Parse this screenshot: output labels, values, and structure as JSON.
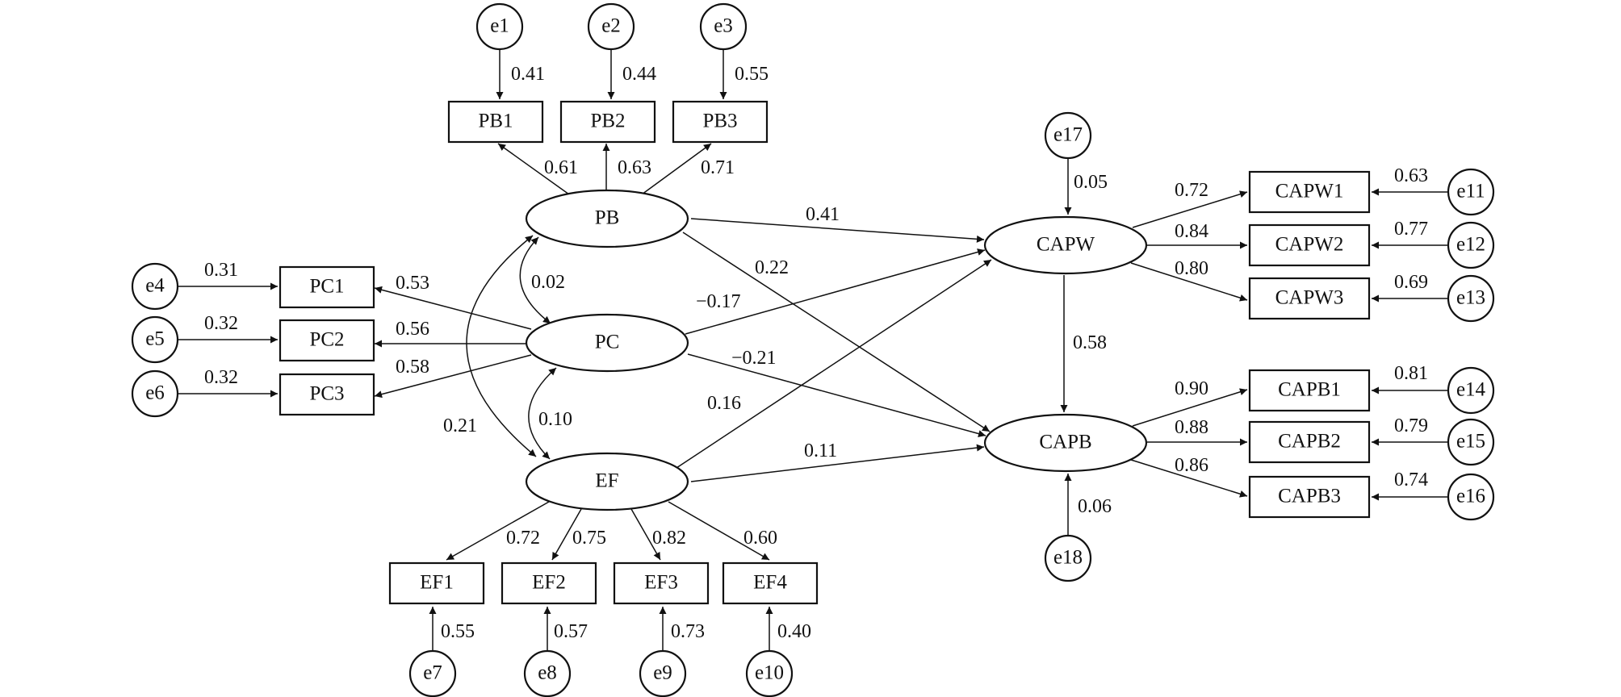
{
  "diagram": {
    "latents": {
      "PB": "PB",
      "PC": "PC",
      "EF": "EF",
      "CAPW": "CAPW",
      "CAPB": "CAPB"
    },
    "indicators": {
      "PB1": "PB1",
      "PB2": "PB2",
      "PB3": "PB3",
      "PC1": "PC1",
      "PC2": "PC2",
      "PC3": "PC3",
      "EF1": "EF1",
      "EF2": "EF2",
      "EF3": "EF3",
      "EF4": "EF4",
      "CAPW1": "CAPW1",
      "CAPW2": "CAPW2",
      "CAPW3": "CAPW3",
      "CAPB1": "CAPB1",
      "CAPB2": "CAPB2",
      "CAPB3": "CAPB3"
    },
    "errors": {
      "e1": "e1",
      "e2": "e2",
      "e3": "e3",
      "e4": "e4",
      "e5": "e5",
      "e6": "e6",
      "e7": "e7",
      "e8": "e8",
      "e9": "e9",
      "e10": "e10",
      "e11": "e11",
      "e12": "e12",
      "e13": "e13",
      "e14": "e14",
      "e15": "e15",
      "e16": "e16",
      "e17": "e17",
      "e18": "e18"
    },
    "error_loadings": {
      "e1": "0.41",
      "e2": "0.44",
      "e3": "0.55",
      "e4": "0.31",
      "e5": "0.32",
      "e6": "0.32",
      "e7": "0.55",
      "e8": "0.57",
      "e9": "0.73",
      "e10": "0.40",
      "e11": "0.63",
      "e12": "0.77",
      "e13": "0.69",
      "e14": "0.81",
      "e15": "0.79",
      "e16": "0.74",
      "e17": "0.05",
      "e18": "0.06"
    },
    "factor_loadings": {
      "PB1": "0.61",
      "PB2": "0.63",
      "PB3": "0.71",
      "PC1": "0.53",
      "PC2": "0.56",
      "PC3": "0.58",
      "EF1": "0.72",
      "EF2": "0.75",
      "EF3": "0.82",
      "EF4": "0.60",
      "CAPW1": "0.72",
      "CAPW2": "0.84",
      "CAPW3": "0.80",
      "CAPB1": "0.90",
      "CAPB2": "0.88",
      "CAPB3": "0.86"
    },
    "correlations": {
      "PB_PC": "0.02",
      "PC_EF": "0.10",
      "PB_EF": "0.21"
    },
    "paths": {
      "PB_CAPW": "0.41",
      "PB_CAPB": "0.22",
      "PC_CAPW": "−0.17",
      "PC_CAPB": "−0.21",
      "EF_CAPW": "0.16",
      "EF_CAPB": "0.11",
      "CAPW_CAPB": "0.58"
    }
  }
}
